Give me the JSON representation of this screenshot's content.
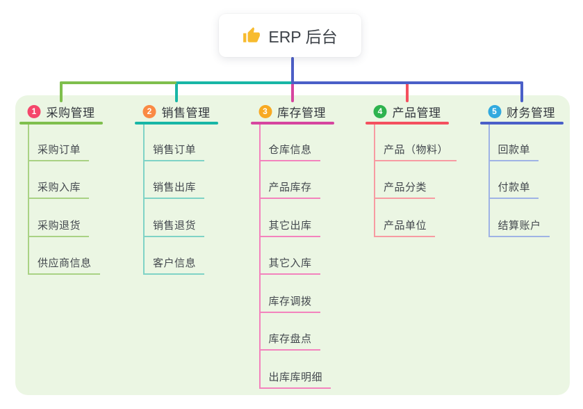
{
  "root": {
    "label": "ERP 后台",
    "icon": "thumbs-up-icon"
  },
  "colors": {
    "canvas_bg": "#ffffff",
    "panel_bg": "#ebf6e3",
    "root_card_bg": "#ffffff",
    "root_connector": "#4c5ec6",
    "thumb_icon": "#f7bb2f",
    "root_text": "#3d4248",
    "node_text": "#43484e"
  },
  "branches": [
    {
      "num": "1",
      "label": "采购管理",
      "badge_color": "#f5476b",
      "line_color": "#7fbf4d",
      "sub_line_color": "#a9d284",
      "items": [
        "采购订单",
        "采购入库",
        "采购退货",
        "供应商信息"
      ]
    },
    {
      "num": "2",
      "label": "销售管理",
      "badge_color": "#fa8a44",
      "line_color": "#18b6a6",
      "sub_line_color": "#7fd3c6",
      "items": [
        "销售订单",
        "销售出库",
        "销售退货",
        "客户信息"
      ]
    },
    {
      "num": "3",
      "label": "库存管理",
      "badge_color": "#f8a922",
      "line_color": "#d6459f",
      "sub_line_color": "#f383bd",
      "items": [
        "仓库信息",
        "产品库存",
        "其它出库",
        "其它入库",
        "库存调拨",
        "库存盘点",
        "出库库明细"
      ]
    },
    {
      "num": "4",
      "label": "产品管理",
      "badge_color": "#2eb34e",
      "line_color": "#f4505f",
      "sub_line_color": "#f79ba2",
      "items": [
        "产品（物料）",
        "产品分类",
        "产品单位"
      ]
    },
    {
      "num": "5",
      "label": "财务管理",
      "badge_color": "#31a9df",
      "line_color": "#4a5fc8",
      "sub_line_color": "#9fb3e5",
      "items": [
        "回款单",
        "付款单",
        "结算账户"
      ]
    }
  ]
}
